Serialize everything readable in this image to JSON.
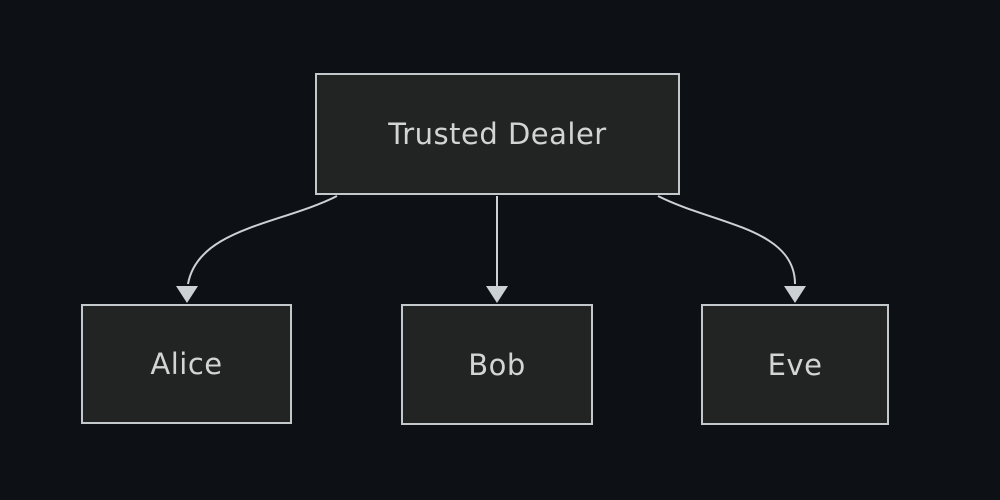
{
  "diagram": {
    "type": "tree",
    "nodes": [
      {
        "id": "trusted-dealer",
        "label": "Trusted Dealer",
        "role": "root"
      },
      {
        "id": "alice",
        "label": "Alice",
        "role": "leaf"
      },
      {
        "id": "bob",
        "label": "Bob",
        "role": "leaf"
      },
      {
        "id": "eve",
        "label": "Eve",
        "role": "leaf"
      }
    ],
    "edges": [
      {
        "from": "Trusted Dealer",
        "to": "Alice",
        "style": "arrow"
      },
      {
        "from": "Trusted Dealer",
        "to": "Bob",
        "style": "arrow"
      },
      {
        "from": "Trusted Dealer",
        "to": "Eve",
        "style": "arrow"
      }
    ],
    "colors": {
      "background": "#0d1116",
      "node_fill": "#212423",
      "node_border": "#c3c9cb",
      "text": "#d3d5d4",
      "edge": "#ccd2d4"
    }
  }
}
